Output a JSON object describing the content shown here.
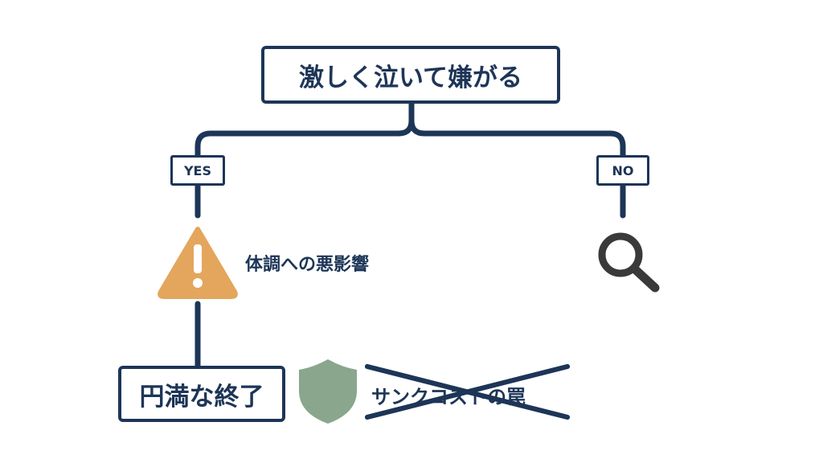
{
  "root": {
    "label": "激しく泣いて嫌がる"
  },
  "branches": {
    "yes": {
      "label": "YES"
    },
    "no": {
      "label": "NO"
    }
  },
  "yes_path": {
    "risk": {
      "icon": "warning-icon",
      "label": "体調への悪影響"
    },
    "outcome": {
      "label": "円満な終了"
    },
    "shield": {
      "icon": "shield-icon"
    },
    "rejected": {
      "label": "サンクコストの罠",
      "icon": "cross-out-icon"
    }
  },
  "no_path": {
    "icon": "magnifier-icon"
  },
  "colors": {
    "navy": "#1d3557",
    "warning": "#e3a65c",
    "shield": "#8aa68c",
    "magnifier": "#3a3a3a"
  }
}
